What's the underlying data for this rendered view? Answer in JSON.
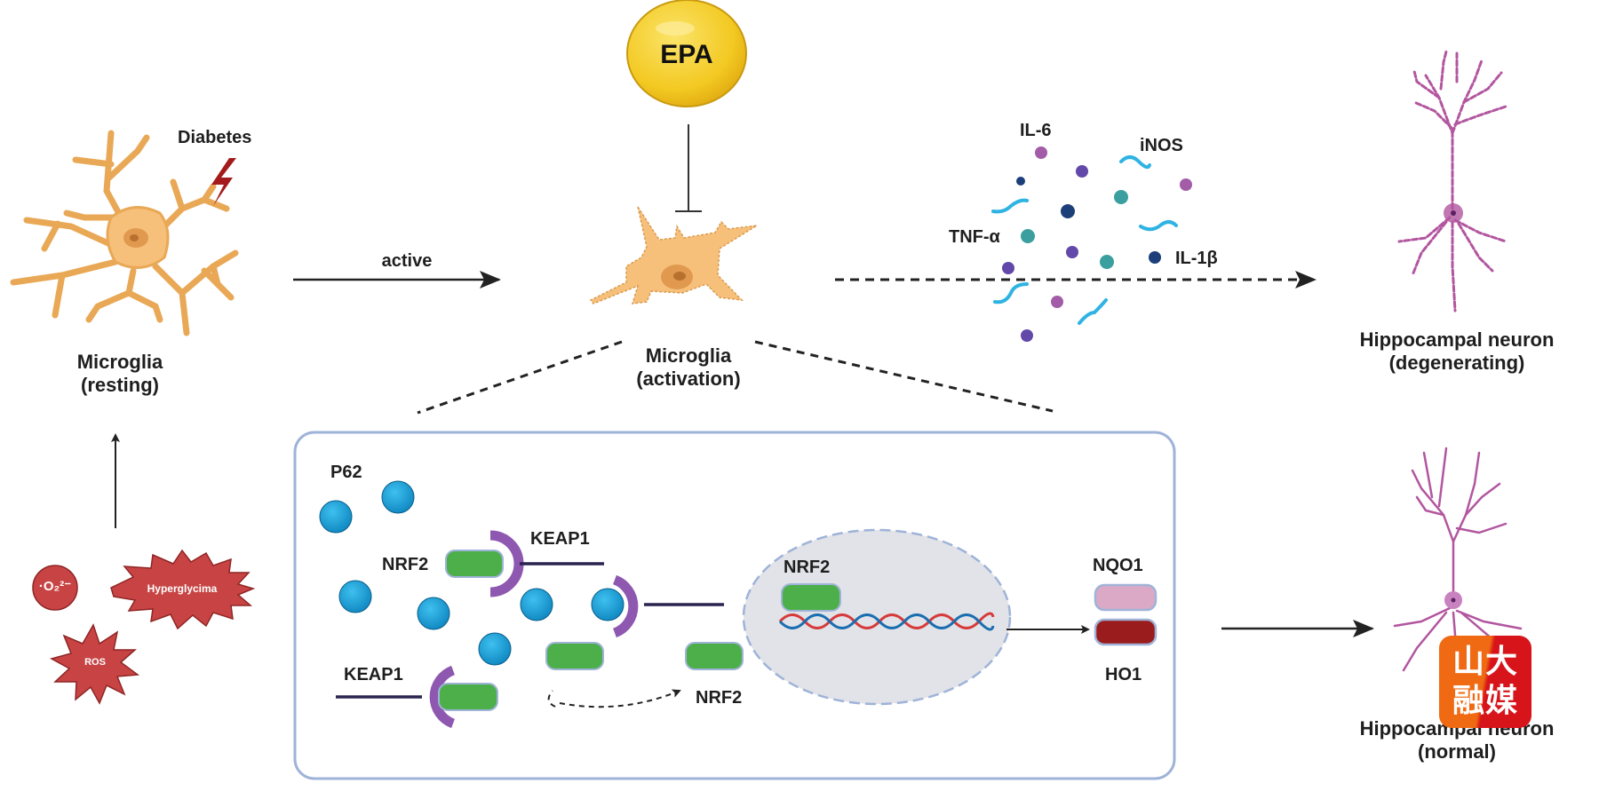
{
  "diagram": {
    "title": "EPA inhibits diabetes-induced microglia activation via P62/KEAP1/NRF2 pathway",
    "left": {
      "trigger_label": "Diabetes",
      "resting_label_line1": "Microglia",
      "resting_label_line2": "(resting)",
      "stressors": {
        "superoxide": "·O₂²⁻",
        "hyperglycemia": "Hyperglycima",
        "ros": "ROS"
      }
    },
    "center": {
      "arrow_label": "active",
      "inhibitor_label": "EPA",
      "activated_label_line1": "Microglia",
      "activated_label_line2": "(activation)"
    },
    "cytokines": {
      "il6": "IL-6",
      "inos": "iNOS",
      "tnfa": "TNF-α",
      "il1b": "IL-1β"
    },
    "right": {
      "degenerating_line1": "Hippocampal neuron",
      "degenerating_line2": "(degenerating)",
      "normal_line1": "Hippocampal neuron",
      "normal_line2": "(normal)"
    },
    "pathway_box": {
      "p62": "P62",
      "keap1_top": "KEAP1",
      "nrf2_left": "NRF2",
      "keap1_bottom": "KEAP1",
      "nrf2_released": "NRF2",
      "nrf2_nucleus": "NRF2",
      "nqo1": "NQO1",
      "ho1": "HO1"
    },
    "watermark": {
      "text_line1": "山大",
      "text_line2": "融媒"
    },
    "colors": {
      "microglia_fill": "#f7c07a",
      "microglia_stroke": "#d99a4e",
      "lightning": "#a31b1b",
      "stressor": "#c84444",
      "epa": "#f4cf2c",
      "p62": "#1a9fd6",
      "nrf2": "#4caf4a",
      "keap1": "#8e57b0",
      "keap1_line": "#2a2350",
      "nucleus": "#e1e3e8",
      "nqo1": "#dba9c6",
      "ho1": "#9b1c1c",
      "neuron": "#b2569f",
      "box_border": "#9fb3d8"
    }
  }
}
